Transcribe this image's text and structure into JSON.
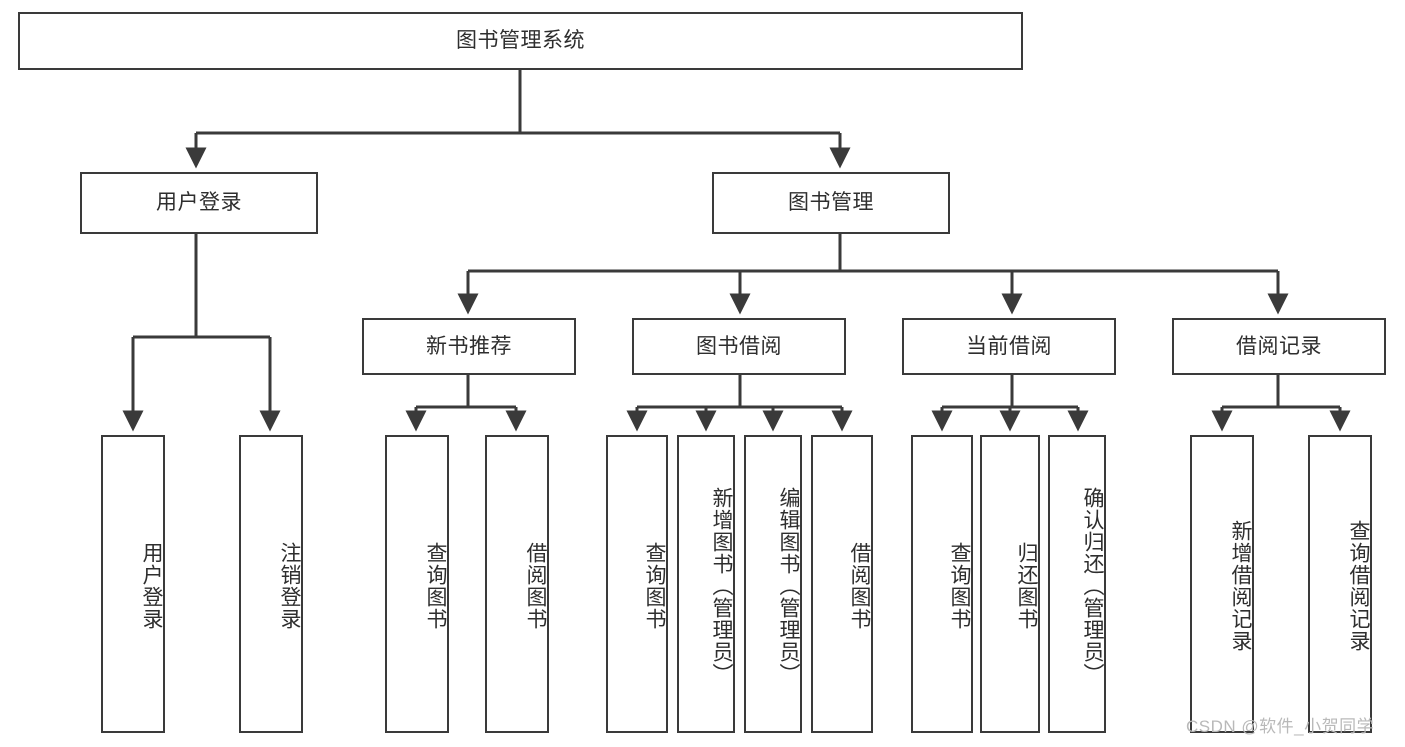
{
  "diagram": {
    "title": "图书管理系统",
    "type": "tree-hierarchy-chart",
    "watermark": "CSDN @软件_小贺同学",
    "colors": {
      "box_border": "#3a3a3a",
      "box_fill": "#ffffff",
      "text": "#2e2e2e",
      "connector": "#3a3a3a",
      "background": "#ffffff",
      "watermark": "#b9b9b9"
    }
  },
  "nodes": {
    "root": {
      "label": "图书管理系统",
      "level": 0,
      "orientation": "horizontal"
    },
    "level1": [
      {
        "id": "user-login",
        "label": "用户登录"
      },
      {
        "id": "book-manage",
        "label": "图书管理"
      }
    ],
    "level2": [
      {
        "id": "new-book-recommend",
        "label": "新书推荐"
      },
      {
        "id": "book-borrow",
        "label": "图书借阅"
      },
      {
        "id": "current-borrow",
        "label": "当前借阅"
      },
      {
        "id": "borrow-record",
        "label": "借阅记录"
      }
    ],
    "leaves": {
      "user-login": [
        {
          "id": "leaf-user-login",
          "label": "用户登录"
        },
        {
          "id": "leaf-logout-login",
          "label": "注销登录"
        }
      ],
      "new-book-recommend": [
        {
          "id": "leaf-query-book-1",
          "label": "查询图书"
        },
        {
          "id": "leaf-borrow-book-1",
          "label": "借阅图书"
        }
      ],
      "book-borrow": [
        {
          "id": "leaf-query-book-2",
          "label": "查询图书"
        },
        {
          "id": "leaf-add-book",
          "label": "新增图书（管理员）"
        },
        {
          "id": "leaf-edit-book",
          "label": "编辑图书（管理员）"
        },
        {
          "id": "leaf-borrow-book-2",
          "label": "借阅图书"
        }
      ],
      "current-borrow": [
        {
          "id": "leaf-query-book-3",
          "label": "查询图书"
        },
        {
          "id": "leaf-return-book",
          "label": "归还图书"
        },
        {
          "id": "leaf-confirm-return",
          "label": "确认归还（管理员）"
        }
      ],
      "borrow-record": [
        {
          "id": "leaf-add-record",
          "label": "新增借阅记录"
        },
        {
          "id": "leaf-query-record",
          "label": "查询借阅记录"
        }
      ]
    }
  }
}
